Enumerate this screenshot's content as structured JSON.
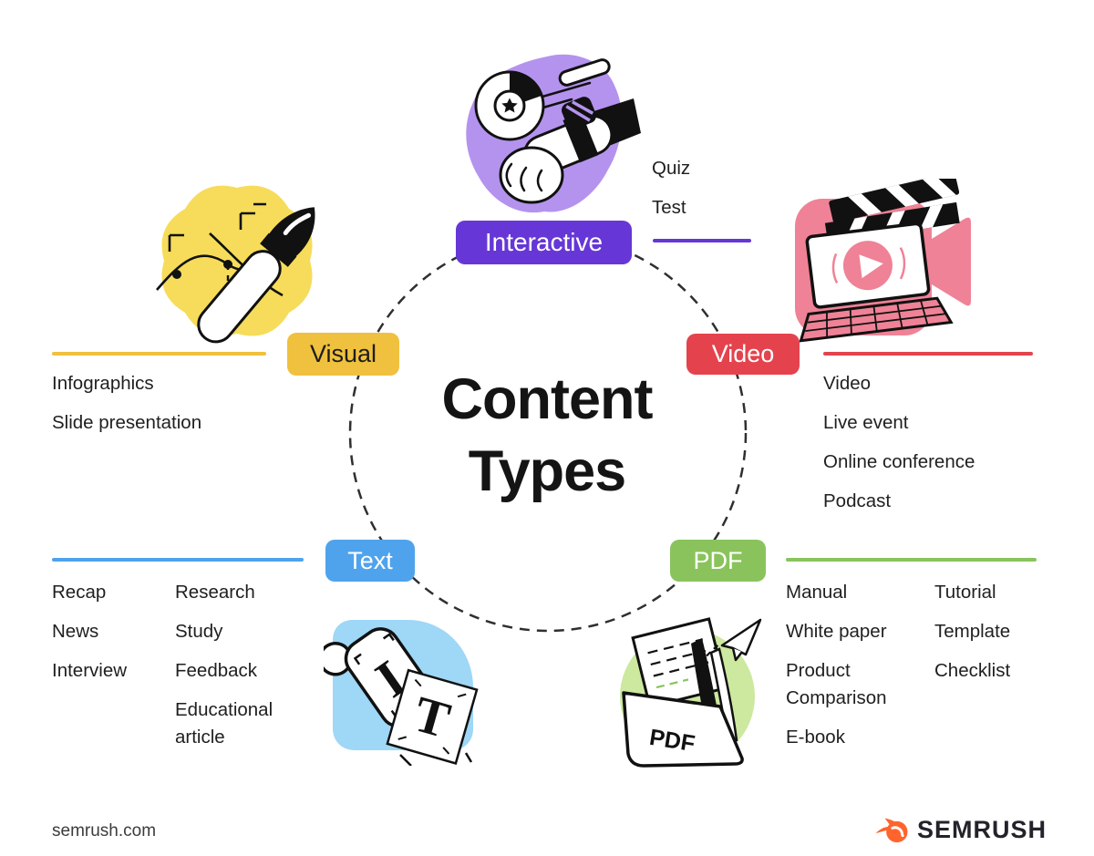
{
  "title": {
    "line1": "Content",
    "line2": "Types"
  },
  "categories": {
    "interactive": {
      "label": "Interactive",
      "color": "#6637D6",
      "items": [
        "Quiz",
        "Test"
      ]
    },
    "visual": {
      "label": "Visual",
      "color": "#F0C13E",
      "items": [
        "Infographics",
        "Slide presentation"
      ]
    },
    "video": {
      "label": "Video",
      "color": "#E4434D",
      "items": [
        "Video",
        "Live event",
        "Online conference",
        "Podcast"
      ]
    },
    "text": {
      "label": "Text",
      "color": "#4FA3EC",
      "columns": [
        [
          "Recap",
          "News",
          "Interview"
        ],
        [
          "Research",
          "Study",
          "Feedback",
          "Educational article"
        ]
      ]
    },
    "pdf": {
      "label": "PDF",
      "color": "#8AC35C",
      "columns": [
        [
          "Manual",
          "White paper",
          "Product Comparison",
          "E-book"
        ],
        [
          "Tutorial",
          "Template",
          "Checklist"
        ]
      ]
    }
  },
  "illustrations": {
    "interactive": "hand-smartwatch-illustration",
    "visual": "paintbrush-chart-illustration",
    "video": "laptop-clapperboard-illustration",
    "text": "stamp-letter-blocks-illustration",
    "pdf": "pdf-folder-paper-plane-illustration",
    "pdf_label": "PDF",
    "text_letter_stamp": "I",
    "text_letter_block": "T"
  },
  "footer": {
    "website": "semrush.com",
    "brand": "SEMRUSH",
    "brand_color": "#FF642D"
  }
}
